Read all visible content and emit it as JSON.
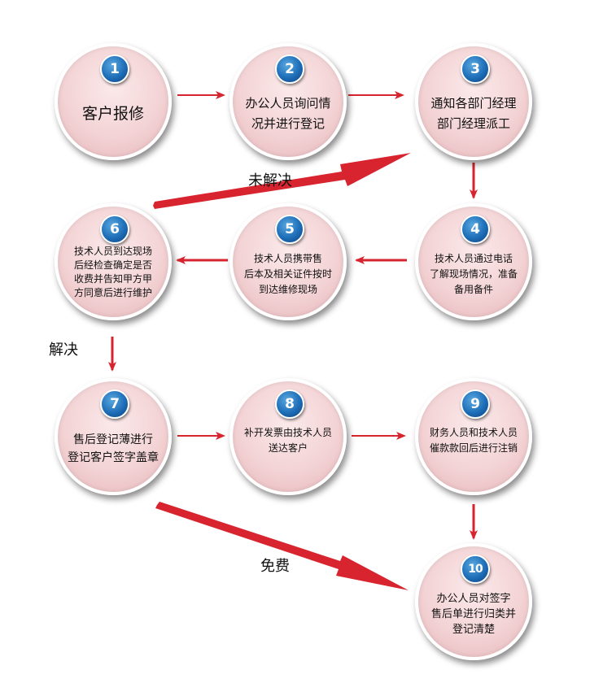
{
  "nodes": [
    {
      "num": "1",
      "text": "客户报修"
    },
    {
      "num": "2",
      "text": "办公人员询问情\n况并进行登记"
    },
    {
      "num": "3",
      "text": "通知各部门经理\n部门经理派工"
    },
    {
      "num": "4",
      "text": "技术人员通过电话\n了解现场情况，准备\n备用备件"
    },
    {
      "num": "5",
      "text": "技术人员携带售\n后本及相关证件按时\n到达维修现场"
    },
    {
      "num": "6",
      "text": "技术人员到达现场\n后经检查确定是否\n收费并告知甲方甲\n方同意后进行维护"
    },
    {
      "num": "7",
      "text": "售后登记薄进行\n登记客户签字盖章"
    },
    {
      "num": "8",
      "text": "补开发票由技术人员\n送达客户"
    },
    {
      "num": "9",
      "text": "财务人员和技术人员\n催款款回后进行注销"
    },
    {
      "num": "10",
      "text": "办公人员对签字\n售后单进行归类并\n登记清楚"
    }
  ],
  "edge_labels": {
    "unresolved": "未解决",
    "resolved": "解决",
    "free": "免费"
  },
  "colors": {
    "arrow": "#d7242f",
    "badge": "#1e6eb8",
    "node_fill": "#f3d3d5"
  }
}
